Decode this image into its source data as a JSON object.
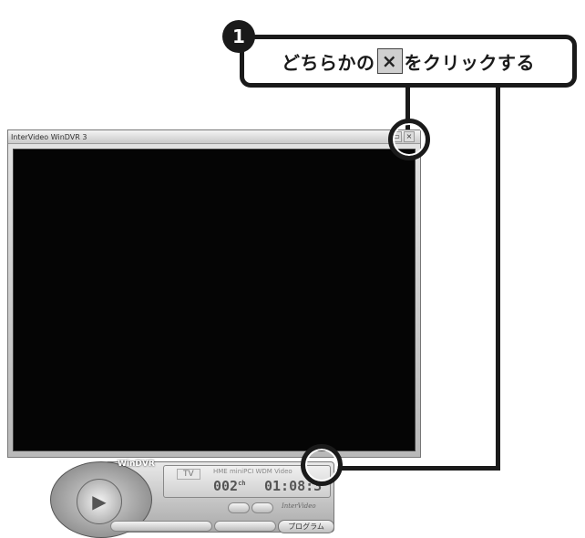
{
  "callout": {
    "step_number": "1",
    "text_before": "どちらかの",
    "x_glyph": "×",
    "text_after": "をクリックする"
  },
  "window": {
    "title": "InterVideo WinDVR 3",
    "minimize_glyph": "▭",
    "close_glyph": "×"
  },
  "panel": {
    "brand": "WinDVR",
    "tv_button": "TV",
    "device_name": "HME miniPCI WDM Video",
    "channel": "002",
    "channel_suffix": "ch",
    "time": "01:08:3",
    "brand_small": "InterVideo",
    "program_button": "プログラム",
    "play_glyph": "▶"
  }
}
